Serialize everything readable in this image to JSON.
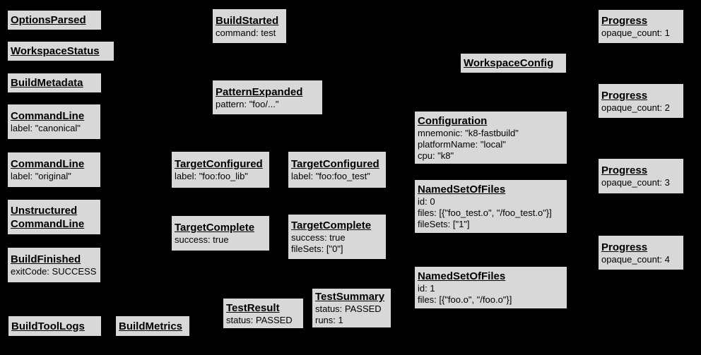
{
  "diagram": {
    "type": "build-event-graph",
    "background_color": "#000000",
    "node_fill_color": "#d8d8d8",
    "node_border_color": "#000000",
    "node_text_color": "#000000"
  },
  "nodes": {
    "options_parsed": {
      "title": "OptionsParsed",
      "lines": []
    },
    "workspace_status": {
      "title": "WorkspaceStatus",
      "lines": []
    },
    "build_metadata": {
      "title": "BuildMetadata",
      "lines": []
    },
    "command_line_canonical": {
      "title": "CommandLine",
      "lines": [
        "label: \"canonical\""
      ]
    },
    "command_line_original": {
      "title": "CommandLine",
      "lines": [
        "label: \"original\""
      ]
    },
    "unstructured_command_line": {
      "title": "Unstructured\nCommandLine",
      "lines": []
    },
    "build_finished": {
      "title": "BuildFinished",
      "lines": [
        "exitCode: SUCCESS"
      ]
    },
    "build_tool_logs": {
      "title": "BuildToolLogs",
      "lines": []
    },
    "build_metrics": {
      "title": "BuildMetrics",
      "lines": []
    },
    "build_started": {
      "title": "BuildStarted",
      "lines": [
        "command: test"
      ]
    },
    "pattern_expanded": {
      "title": "PatternExpanded",
      "lines": [
        "pattern: \"foo/...\""
      ]
    },
    "target_configured_lib": {
      "title": "TargetConfigured",
      "lines": [
        "label: \"foo:foo_lib\""
      ]
    },
    "target_configured_test": {
      "title": "TargetConfigured",
      "lines": [
        "label: \"foo:foo_test\""
      ]
    },
    "target_complete_lib": {
      "title": "TargetComplete",
      "lines": [
        "success: true"
      ]
    },
    "target_complete_test": {
      "title": "TargetComplete",
      "lines": [
        "success: true",
        "fileSets: [\"0\"]"
      ]
    },
    "test_result": {
      "title": "TestResult",
      "lines": [
        "status: PASSED"
      ]
    },
    "test_summary": {
      "title": "TestSummary",
      "lines": [
        "status: PASSED",
        "runs: 1"
      ]
    },
    "workspace_config": {
      "title": "WorkspaceConfig",
      "lines": []
    },
    "configuration": {
      "title": "Configuration",
      "lines": [
        "mnemonic: \"k8-fastbuild\"",
        "platformName: \"local\"",
        "cpu: \"k8\""
      ]
    },
    "named_set_of_files_0": {
      "title": "NamedSetOfFiles",
      "lines": [
        "id: 0",
        "files: [{\"foo_test.o\", \"/foo_test.o\"}]",
        "fileSets: [\"1\"]"
      ]
    },
    "named_set_of_files_1": {
      "title": "NamedSetOfFiles",
      "lines": [
        "id: 1",
        "files: [{\"foo.o\", \"/foo.o\"}]"
      ]
    },
    "progress_1": {
      "title": "Progress",
      "lines": [
        "opaque_count: 1"
      ]
    },
    "progress_2": {
      "title": "Progress",
      "lines": [
        "opaque_count: 2"
      ]
    },
    "progress_3": {
      "title": "Progress",
      "lines": [
        "opaque_count: 3"
      ]
    },
    "progress_4": {
      "title": "Progress",
      "lines": [
        "opaque_count: 4"
      ]
    }
  }
}
